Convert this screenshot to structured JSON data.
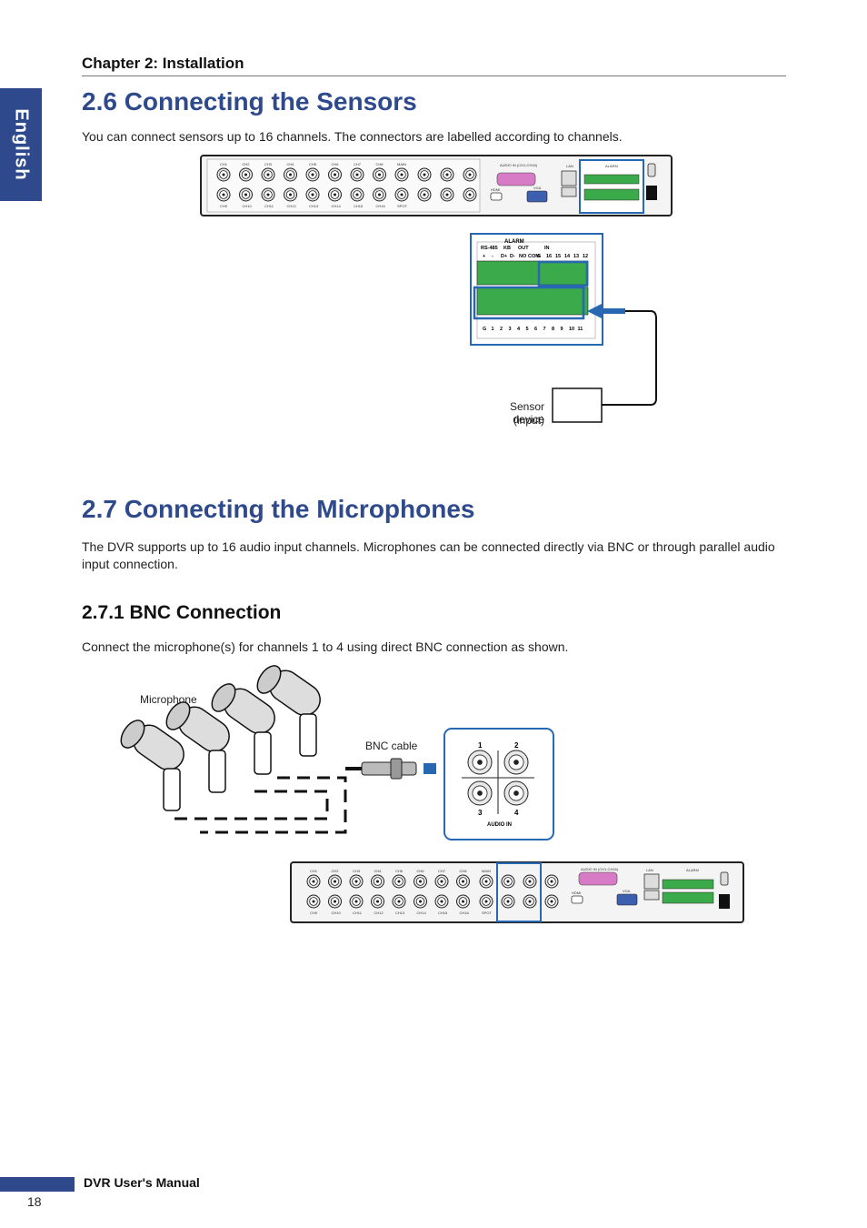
{
  "side_tab": "English",
  "chapter": "Chapter 2: Installation",
  "sec26": {
    "title": "2.6 Connecting the Sensors",
    "body": "You can connect sensors up to 16 channels. The connectors are labelled according to channels.",
    "alarm_title": "ALARM",
    "rs485": "RS-485",
    "kb": "KB",
    "out": "OUT",
    "in": "IN",
    "top_pins": [
      "+",
      "-",
      "D+",
      "D-",
      "NO",
      "COM",
      "G",
      "16",
      "15",
      "14",
      "13",
      "12"
    ],
    "bottom_pins": [
      "G",
      "1",
      "2",
      "3",
      "4",
      "5",
      "6",
      "7",
      "8",
      "9",
      "10",
      "11"
    ],
    "sensor_label_1": "Sensor device",
    "sensor_label_2": "(input)"
  },
  "sec27": {
    "title": "2.7 Connecting the Microphones",
    "body": "The DVR supports up to 16 audio input channels. Microphones can be connected directly via BNC or through parallel audio input connection."
  },
  "sec271": {
    "title": "2.7.1 BNC Connection",
    "body": "Connect the microphone(s) for channels 1 to 4 using direct BNC connection as shown.",
    "microphone_label": "Microphone",
    "bnc_label": "BNC cable",
    "audio_in": "AUDIO IN",
    "ports": [
      "1",
      "2",
      "3",
      "4"
    ]
  },
  "panel": {
    "top_ch": [
      "CH1",
      "CH2",
      "CH3",
      "CH4",
      "CH5",
      "CH6",
      "CH7",
      "CH8"
    ],
    "bottom_ch": [
      "CH9",
      "CH10",
      "CH11",
      "CH12",
      "CH13",
      "CH14",
      "CH15",
      "CH16"
    ],
    "main": "MAIN",
    "spot": "SPOT",
    "audio_in_label": "AUDIO IN (CH1-CH16)",
    "hdmi": "HDMI",
    "vga": "VGA",
    "lan": "LAN",
    "alarm": "ALARM"
  },
  "footer": {
    "manual": "DVR User's Manual",
    "page": "18"
  }
}
